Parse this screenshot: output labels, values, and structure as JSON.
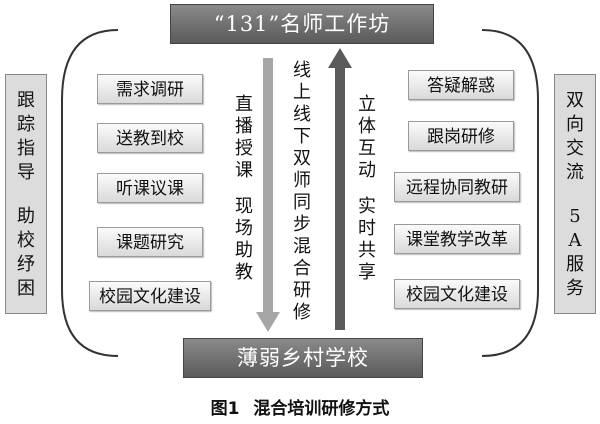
{
  "top_box": "“131”名师工作坊",
  "bottom_box": "薄弱乡村学校",
  "left_side": [
    "跟踪指导",
    "助校纾困"
  ],
  "right_side": [
    "双向交流",
    "5A服务"
  ],
  "left_items": [
    "需求调研",
    "送教到校",
    "听课议课",
    "课题研究",
    "校园文化建设"
  ],
  "right_items": [
    "答疑解惑",
    "跟岗研修",
    "远程协同教研",
    "课堂教学改革",
    "校园文化建设"
  ],
  "center_left": [
    "直播授课",
    "现场助教"
  ],
  "center_mid": "线上线下双师同步混合研修",
  "center_right": [
    "立体互动",
    "实时共享"
  ],
  "caption": {
    "number": "图1",
    "title": "混合培训研修方式"
  },
  "colors": {
    "dark_box": "#6e6e6e",
    "arrow": "#9a9a9a",
    "bracket": "#333333"
  }
}
